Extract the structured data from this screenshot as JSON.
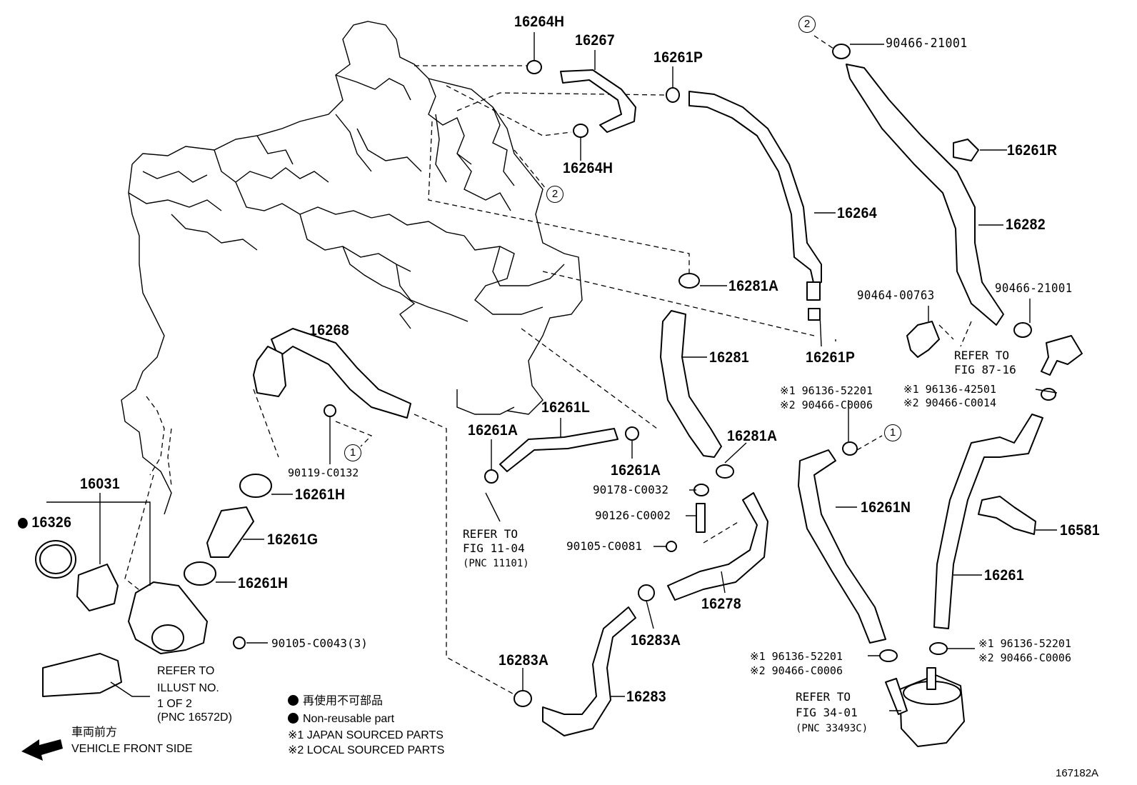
{
  "parts": {
    "p16264H_top": "16264H",
    "p16267": "16267",
    "p16261P_top": "16261P",
    "p90466_21001_top": "90466-21001",
    "p16261R": "16261R",
    "p16264H_mid": "16264H",
    "p16264": "16264",
    "p16282": "16282",
    "p16281A_top": "16281A",
    "p90464_00763": "90464-00763",
    "p90466_21001_mid": "90466-21001",
    "p16268": "16268",
    "p16281": "16281",
    "p16261P_mid": "16261P",
    "p16261L": "16261L",
    "p16261A_left": "16261A",
    "p16261A_right": "16261A",
    "p16281A_low": "16281A",
    "p16031": "16031",
    "p16326": "16326",
    "p90119_C0132": "90119-C0132",
    "p16261H_top": "16261H",
    "p16261G": "16261G",
    "p16261H_low": "16261H",
    "p90105_C0043": "90105-C0043(3)",
    "p90178_C0032": "90178-C0032",
    "p90126_C0002": "90126-C0002",
    "p90105_C0081": "90105-C0081",
    "p16278": "16278",
    "p16283A_mid": "16283A",
    "p16283A_left": "16283A",
    "p16283": "16283",
    "p16261N": "16261N",
    "p16581": "16581",
    "p16261": "16261"
  },
  "notes": {
    "n1_a": "※1 96136-52201",
    "n1_b": "※2 90466-C0006",
    "n2_a": "※1 96136-42501",
    "n2_b": "※2 90466-C0014",
    "n3_a": "※1 96136-52201",
    "n3_b": "※2 90466-C0006",
    "n4_a": "※1 96136-52201",
    "n4_b": "※2 90466-C0006"
  },
  "refs": {
    "fig87_l1": "REFER TO",
    "fig87_l2": "FIG 87-16",
    "fig11_l1": "REFER TO",
    "fig11_l2": "FIG 11-04",
    "fig11_l3": "(PNC 11101)",
    "ill_l1": "REFER TO",
    "ill_l2": "ILLUST NO.",
    "ill_l3": "1 OF 2",
    "ill_l4": "(PNC 16572D)",
    "fig34_l1": "REFER TO",
    "fig34_l2": "FIG 34-01",
    "fig34_l3": "(PNC 33493C)"
  },
  "callouts": {
    "c1": "1",
    "c2": "2"
  },
  "legend": {
    "jp_nonreusable": "再使用不可部品",
    "nonreusable": "Non-reusable part",
    "japan_sourced": "※1  JAPAN SOURCED PARTS",
    "local_sourced": "※2  LOCAL SOURCED PARTS",
    "front_jp": "車両前方",
    "front_en": "VEHICLE FRONT SIDE"
  },
  "drawing_id": "167182A"
}
